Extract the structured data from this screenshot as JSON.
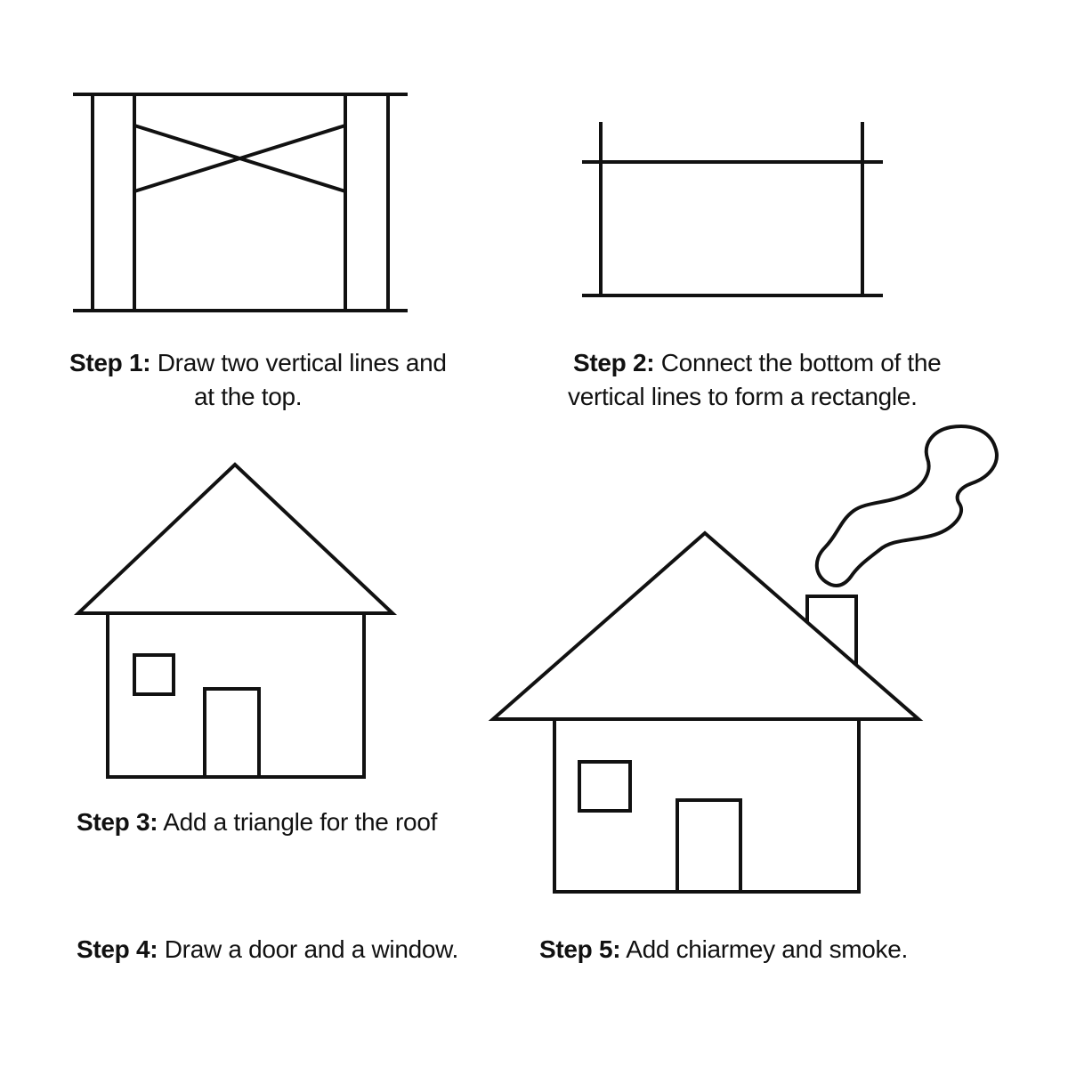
{
  "steps": [
    {
      "label": "Step 1:",
      "text_line1": "Draw two vertical lines and",
      "text_line2": "at the top."
    },
    {
      "label": "Step 2:",
      "text_line1": "Connect the bottom of the",
      "text_line2": "vertical lines to form a rectangle."
    },
    {
      "label": "Step 3:",
      "text": "Add a triangle for the roof"
    },
    {
      "label": "Step 4:",
      "text": "Draw a door and a window."
    },
    {
      "label": "Step 5:",
      "text": "Add chiarmey and smoke."
    }
  ],
  "colors": {
    "line": "#111111",
    "background": "#ffffff"
  }
}
